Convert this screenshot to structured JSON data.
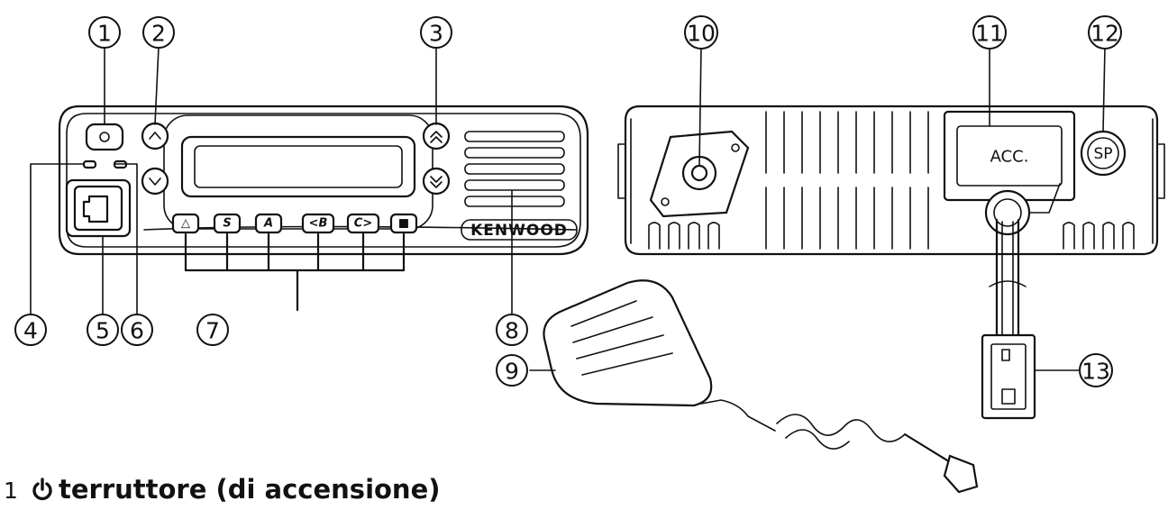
{
  "callouts": [
    {
      "id": "1",
      "label": "1"
    },
    {
      "id": "2",
      "label": "2"
    },
    {
      "id": "3",
      "label": "3"
    },
    {
      "id": "4",
      "label": "4"
    },
    {
      "id": "5",
      "label": "5"
    },
    {
      "id": "6",
      "label": "6"
    },
    {
      "id": "7",
      "label": "7"
    },
    {
      "id": "8",
      "label": "8"
    },
    {
      "id": "9",
      "label": "9"
    },
    {
      "id": "10",
      "label": "10"
    },
    {
      "id": "11",
      "label": "11"
    },
    {
      "id": "12",
      "label": "12"
    },
    {
      "id": "13",
      "label": "13"
    }
  ],
  "front_panel": {
    "brand": "KENWOOD",
    "keys": [
      "△",
      "S",
      "A",
      "<B",
      "C>",
      "■"
    ]
  },
  "rear_panel": {
    "acc_label": "ACC.",
    "speaker_label": "SP"
  },
  "caption": {
    "number": "1",
    "title_fragment": "terruttore (di accensione)",
    "icon": "power-icon"
  }
}
